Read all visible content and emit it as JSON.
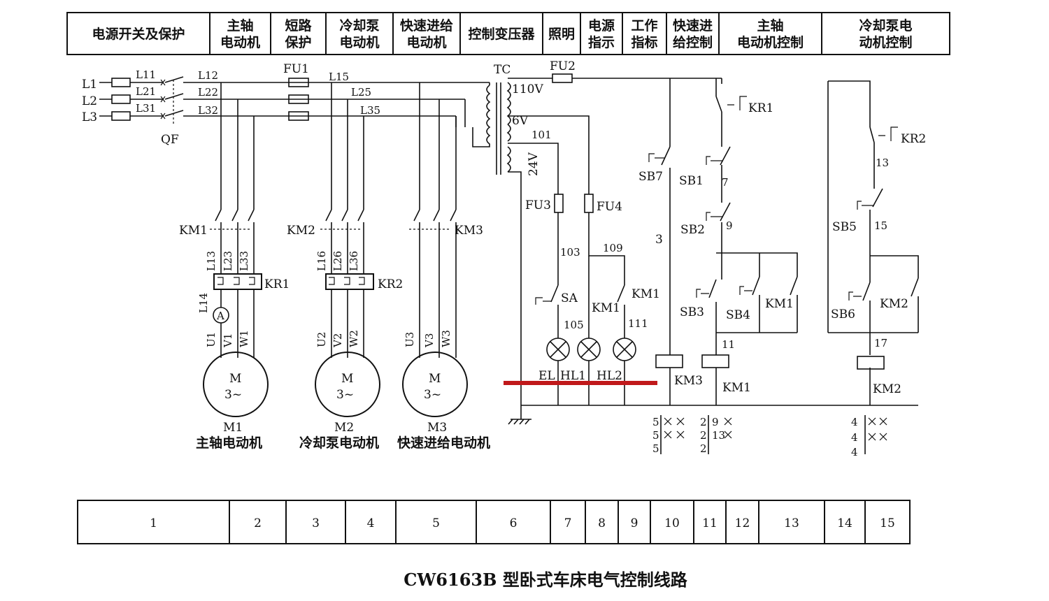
{
  "header_cells": [
    [
      "电源开关及保护"
    ],
    [
      "主轴",
      "电动机"
    ],
    [
      "短路",
      "保护"
    ],
    [
      "冷却泵",
      "电动机"
    ],
    [
      "快速进给",
      "电动机"
    ],
    [
      "控制变压器"
    ],
    [
      "照明"
    ],
    [
      "电源",
      "指示"
    ],
    [
      "工作",
      "指标"
    ],
    [
      "快速进",
      "给控制"
    ],
    [
      "主轴",
      "电动机控制"
    ],
    [
      "冷却泵电",
      "动机控制"
    ]
  ],
  "footer_cells": [
    "1",
    "2",
    "3",
    "4",
    "5",
    "6",
    "7",
    "8",
    "9",
    "10",
    "11",
    "12",
    "13",
    "14",
    "15"
  ],
  "caption": "CW6163B 型卧式车床电气控制线路",
  "power": {
    "phases": [
      "L1",
      "L2",
      "L3"
    ],
    "after_fuse": [
      "L11",
      "L21",
      "L31"
    ],
    "after_qf": [
      "L12",
      "L22",
      "L32"
    ],
    "breaker": "QF",
    "fu1": "FU1",
    "feed_lines": [
      "L15",
      "L25",
      "L35"
    ]
  },
  "motors": [
    {
      "contactor": "KM1",
      "leads": [
        "L13",
        "L23",
        "L33"
      ],
      "relay": "KR1",
      "ammeter_lead": "L14",
      "ammeter": "A",
      "terminals": [
        "U1",
        "V1",
        "W1"
      ],
      "symbol": "M",
      "phase": "3~",
      "id": "M1",
      "name": "主轴电动机"
    },
    {
      "contactor": "KM2",
      "leads": [
        "L16",
        "L26",
        "L36"
      ],
      "relay": "KR2",
      "terminals": [
        "U2",
        "V2",
        "W2"
      ],
      "symbol": "M",
      "phase": "3~",
      "id": "M2",
      "name": "冷却泵电动机"
    },
    {
      "contactor": "KM3",
      "terminals": [
        "U3",
        "V3",
        "W3"
      ],
      "symbol": "M",
      "phase": "3~",
      "id": "M3",
      "name": "快速进给电动机"
    }
  ],
  "transformer": {
    "name": "TC",
    "v110": "110V",
    "v6": "6V",
    "v24": "24V",
    "fu2": "FU2",
    "fu3": "FU3",
    "fu4": "FU4"
  },
  "wire_numbers": {
    "w101": "101",
    "w103": "103",
    "w109": "109",
    "w105": "105",
    "w111": "111",
    "w3": "3",
    "w7": "7",
    "w9": "9",
    "w11": "11",
    "w13": "13",
    "w15": "15",
    "w17": "17"
  },
  "lamps": {
    "sa": "SA",
    "km1": "KM1",
    "km1b": "KM1",
    "el": "EL",
    "hl1": "HL1",
    "hl2": "HL2"
  },
  "control": {
    "kr1": "KR1",
    "kr2": "KR2",
    "sb1": "SB1",
    "sb2": "SB2",
    "sb3": "SB3",
    "sb4": "SB4",
    "sb5": "SB5",
    "sb6": "SB6",
    "sb7": "SB7",
    "km1_aux": "KM1",
    "km2_aux": "KM2",
    "coil_km3": "KM3",
    "coil_km1": "KM1",
    "coil_km2": "KM2"
  },
  "contact_table": {
    "km3": [
      "5",
      "5",
      "5"
    ],
    "km1_left": [
      "2",
      "2",
      "2"
    ],
    "km1_right": [
      "9",
      "13"
    ],
    "km2": [
      "4",
      "4",
      "4"
    ]
  }
}
